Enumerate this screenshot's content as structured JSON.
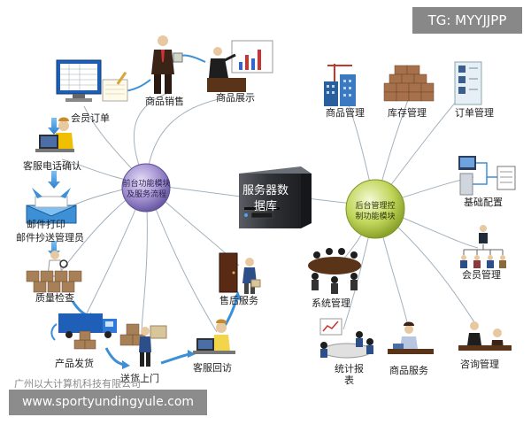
{
  "watermark_tag": "TG: MYYJJPP",
  "url_banner": "www.sportyundingyule.com",
  "company": "广州以大计算机科技有限公司",
  "center": {
    "server_line1": "服务器数",
    "server_line2": "据库"
  },
  "left_hub": {
    "line1": "前台功能模块",
    "line2": "及服务流程"
  },
  "right_hub": {
    "line1": "后台管理控",
    "line2": "制功能模块"
  },
  "left_nodes": {
    "product_sales": "商品销售",
    "product_display": "商品展示",
    "member_order": "会员订单",
    "cs_phone_confirm": "客服电话确认",
    "mail_print": "邮件打印",
    "mail_copy_admin": "邮件抄送管理员",
    "quality_check": "质量检查",
    "product_ship": "产品发货",
    "deliver_door": "送货上门",
    "cs_callback": "客服回访",
    "after_sales": "售后服务"
  },
  "right_nodes": {
    "product_mgmt": "商品管理",
    "inventory_mgmt": "库存管理",
    "order_mgmt": "订单管理",
    "basic_config": "基础配置",
    "member_mgmt": "会员管理",
    "system_mgmt": "系统管理",
    "stats_report_line1": "统计报",
    "stats_report_line2": "表",
    "product_service": "商品服务",
    "consult_mgmt": "咨询管理"
  },
  "colors": {
    "left_hub": "#8e7cc3",
    "right_hub": "#b5cc4c",
    "server": "#3a3d42",
    "arrow": "#3d8fd6",
    "line": "#9aa9b5"
  }
}
